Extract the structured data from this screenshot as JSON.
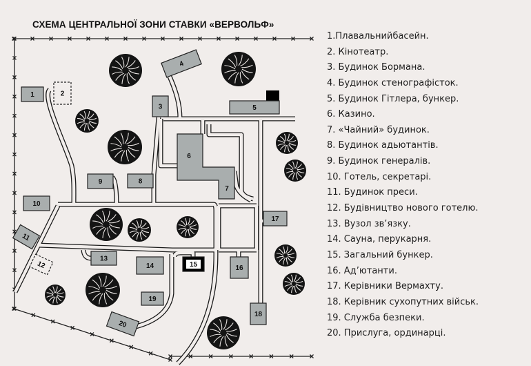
{
  "title": "СХЕМА ЦЕНТРАЛЬНОЇ ЗОНИ СТАВКИ «ВЕРВОЛЬФ»",
  "colors": {
    "background": "#f1edeb",
    "building": "#a9aeae",
    "outline": "#222222",
    "bunker": "#000000"
  },
  "map": {
    "building_labels": [
      "1",
      "2",
      "3",
      "4",
      "5",
      "6",
      "7",
      "8",
      "9",
      "10",
      "11",
      "12",
      "13",
      "14",
      "15",
      "16",
      "17",
      "18",
      "19",
      "20"
    ]
  },
  "legend": [
    "1.Плавальнийбасейн.",
    "2. Кінотеатр.",
    "3. Будинок Бормана.",
    "4. Будинок стенографісток.",
    "5. Будинок Гітлера, бункер.",
    "6. Казино.",
    "7. «Чайний» будинок.",
    "8. Будинок адьютантів.",
    "9. Будинок генералів.",
    "10. Готель, секретарі.",
    "11. Будинок преси.",
    "12. Будівництво нового готелю.",
    "13. Вузол зв’язку.",
    "14. Сауна, перукарня.",
    "15. Загальний бункер.",
    "16. Ад’ютанти.",
    "17. Керівники Вермахту.",
    "18. Керівник сухопутних військ.",
    "19. Служба безпеки.",
    "20. Прислуга, ординарці."
  ]
}
